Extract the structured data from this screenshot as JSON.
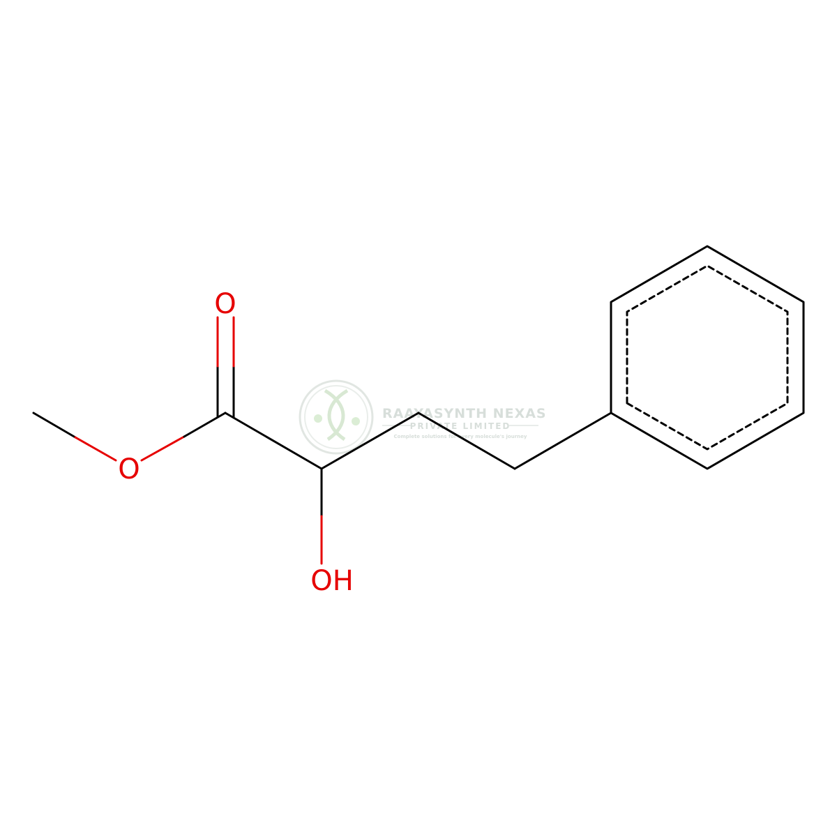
{
  "molecule": {
    "atoms": [
      {
        "id": "c_methyl",
        "element": "C",
        "label": ""
      },
      {
        "id": "o_ester",
        "element": "O",
        "label": "O"
      },
      {
        "id": "c_carbonyl",
        "element": "C",
        "label": ""
      },
      {
        "id": "o_carbonyl",
        "element": "O",
        "label": "O"
      },
      {
        "id": "c_alpha",
        "element": "C",
        "label": ""
      },
      {
        "id": "o_hydroxyl",
        "element": "O",
        "label": "OH"
      },
      {
        "id": "c_beta",
        "element": "C",
        "label": ""
      },
      {
        "id": "c_gamma",
        "element": "C",
        "label": ""
      },
      {
        "id": "c_ring1",
        "element": "C",
        "label": ""
      },
      {
        "id": "c_ring2",
        "element": "C",
        "label": ""
      },
      {
        "id": "c_ring3",
        "element": "C",
        "label": ""
      },
      {
        "id": "c_ring4",
        "element": "C",
        "label": ""
      },
      {
        "id": "c_ring5",
        "element": "C",
        "label": ""
      },
      {
        "id": "c_ring6",
        "element": "C",
        "label": ""
      }
    ],
    "bonds": [
      {
        "from": "c_methyl",
        "to": "o_ester",
        "order": "single"
      },
      {
        "from": "o_ester",
        "to": "c_carbonyl",
        "order": "single"
      },
      {
        "from": "c_carbonyl",
        "to": "o_carbonyl",
        "order": "double"
      },
      {
        "from": "c_carbonyl",
        "to": "c_alpha",
        "order": "single"
      },
      {
        "from": "c_alpha",
        "to": "o_hydroxyl",
        "order": "single"
      },
      {
        "from": "c_alpha",
        "to": "c_beta",
        "order": "single"
      },
      {
        "from": "c_beta",
        "to": "c_gamma",
        "order": "single"
      },
      {
        "from": "c_gamma",
        "to": "c_ring1",
        "order": "single"
      },
      {
        "from": "c_ring1",
        "to": "c_ring2",
        "order": "aromatic"
      },
      {
        "from": "c_ring2",
        "to": "c_ring3",
        "order": "aromatic"
      },
      {
        "from": "c_ring3",
        "to": "c_ring4",
        "order": "aromatic"
      },
      {
        "from": "c_ring4",
        "to": "c_ring5",
        "order": "aromatic"
      },
      {
        "from": "c_ring5",
        "to": "c_ring6",
        "order": "aromatic"
      },
      {
        "from": "c_ring6",
        "to": "c_ring1",
        "order": "aromatic"
      }
    ],
    "colors": {
      "carbon": "#000000",
      "oxygen": "#e60000"
    }
  },
  "watermark": {
    "title": "RAAYASYNTH NEXAS",
    "subtitle": "PRIVATE LIMITED",
    "tagline": "Complete solutions for every molecule's journey",
    "color": "#b8c4bc"
  }
}
